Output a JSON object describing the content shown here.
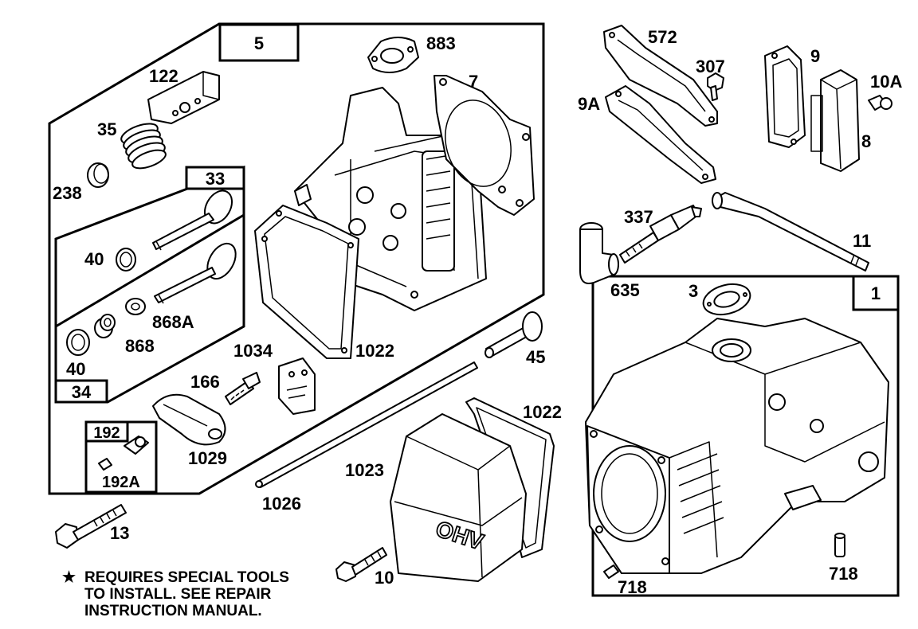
{
  "diagram": {
    "group_labels": {
      "g5": "5",
      "g33": "33",
      "g34": "34",
      "g192": "192",
      "g1": "1"
    },
    "part_labels": {
      "p883": "883",
      "p7": "7",
      "p122": "122",
      "p35": "35",
      "p238": "238",
      "p40a": "40",
      "p868A": "868A",
      "p868": "868",
      "p40b": "40",
      "p1034": "1034",
      "p1022a": "1022",
      "p166": "166",
      "p1029": "1029",
      "p192A": "192A",
      "p13": "13",
      "p45": "45",
      "p1026": "1026",
      "p1023": "1023",
      "p1022b": "1022",
      "p10": "10",
      "p572": "572",
      "p307": "307",
      "p9A": "9A",
      "p9": "9",
      "p10A": "10A",
      "p8": "8",
      "p337": "337",
      "p11": "11",
      "p635": "635",
      "p3": "3",
      "p718a": "718",
      "p718b": "718"
    },
    "cover_text": "OHV",
    "note": {
      "star": "★",
      "line1": "REQUIRES SPECIAL TOOLS",
      "line2": "TO INSTALL.  SEE REPAIR",
      "line3": "INSTRUCTION MANUAL."
    }
  }
}
